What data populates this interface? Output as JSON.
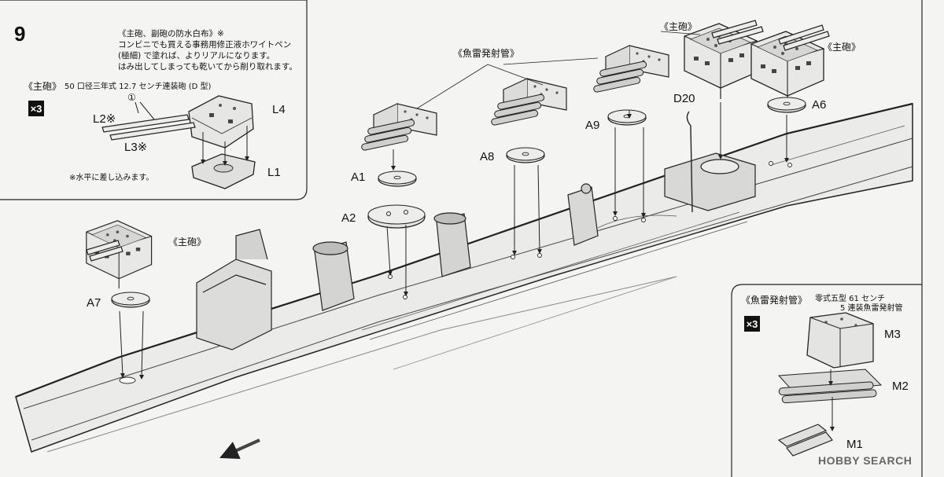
{
  "step_number": "9",
  "note": {
    "line1": "《主砲、副砲の防水白布》※",
    "line2": "コンビニでも買える事務用修正液ホワイトペン",
    "line3": "(極細) で塗れば、よりリアルになります。",
    "line4": "はみ出してしまっても乾いてから削り取れます。"
  },
  "gun_box": {
    "title": "《主砲》",
    "spec": "50 口径三年式 12.7 センチ連装砲 (D 型)",
    "qty": "×3",
    "circled": "①",
    "labels": {
      "l2": "L2※",
      "l3": "L3※",
      "l4": "L4",
      "l1": "L1"
    },
    "footnote": "※水平に差し込みます。"
  },
  "torpedo_box": {
    "title": "《魚雷発射管》",
    "spec1": "零式五型 61 センチ",
    "spec2": "5 連装魚雷発射管",
    "qty": "×3",
    "labels": {
      "m3": "M3",
      "m2": "M2",
      "m1": "M1"
    }
  },
  "callouts": {
    "main_gun": "《主砲》",
    "torpedo_tubes": "《魚雷発射管》"
  },
  "parts": {
    "a1": "A1",
    "a2": "A2",
    "a6": "A6",
    "a7": "A7",
    "a8": "A8",
    "a9": "A9",
    "d20": "D20"
  },
  "watermark": "HOBBY SEARCH"
}
